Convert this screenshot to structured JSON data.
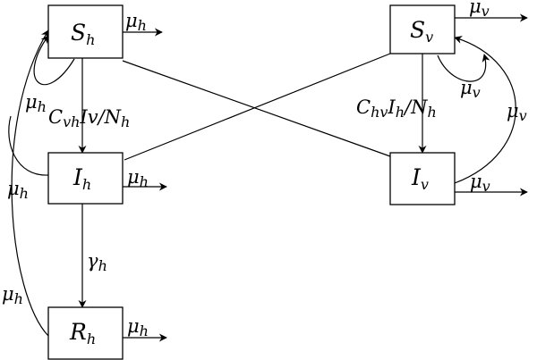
{
  "nodes": {
    "sh": {
      "base": "S",
      "sub": "h"
    },
    "ih": {
      "base": "I",
      "sub": "h"
    },
    "rh": {
      "base": "R",
      "sub": "h"
    },
    "sv": {
      "base": "S",
      "sub": "v"
    },
    "iv": {
      "base": "I",
      "sub": "v"
    }
  },
  "edge_labels": {
    "mu_h_out_sh": {
      "base": "μ",
      "sub": "h"
    },
    "mu_h_out_ih": {
      "base": "μ",
      "sub": "h"
    },
    "mu_h_out_rh": {
      "base": "μ",
      "sub": "h"
    },
    "mu_h_loop_sh": {
      "base": "μ",
      "sub": "h"
    },
    "mu_h_ih_to_sh": {
      "base": "μ",
      "sub": "h"
    },
    "mu_h_rh_to_sh": {
      "base": "μ",
      "sub": "h"
    },
    "mu_v_out_sv": {
      "base": "μ",
      "sub": "v"
    },
    "mu_v_out_iv": {
      "base": "μ",
      "sub": "v"
    },
    "mu_v_loop_sv": {
      "base": "μ",
      "sub": "v"
    },
    "mu_v_iv_to_sv": {
      "base": "μ",
      "sub": "v"
    },
    "gamma_h": {
      "base": "γ",
      "sub": "h"
    },
    "infection_human": {
      "p1": "C",
      "s1": "vh",
      "p2": "Iv/N",
      "s2": "h"
    },
    "infection_vector": {
      "p1": "C",
      "s1": "hv",
      "p2": "I",
      "s2": "h",
      "p3": "/N",
      "s3": "h"
    }
  }
}
